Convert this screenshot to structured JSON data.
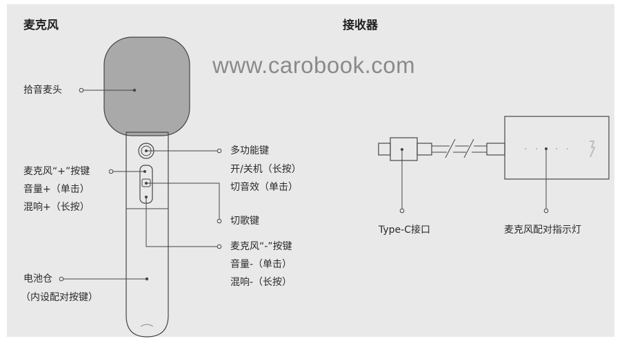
{
  "sections": {
    "microphone": "麦克风",
    "receiver": "接收器"
  },
  "watermark": "www.carobook.com",
  "labels": {
    "pickup_head": "拾音麦头",
    "multifunction": [
      "多功能键",
      "开/关机（长按）",
      "切音效（单击）"
    ],
    "plus_key": [
      "麦克风“+”按键",
      "音量+（单击）",
      "混响+（长按）"
    ],
    "switch_song": "切歌键",
    "minus_key": [
      "麦克风“-”按键",
      "音量-（单击）",
      "混响-（长按）"
    ],
    "battery": [
      "电池仓",
      "（内设配对按键）"
    ],
    "typec": "Type-C接口",
    "pair_indicator": "麦克风配对指示灯"
  }
}
